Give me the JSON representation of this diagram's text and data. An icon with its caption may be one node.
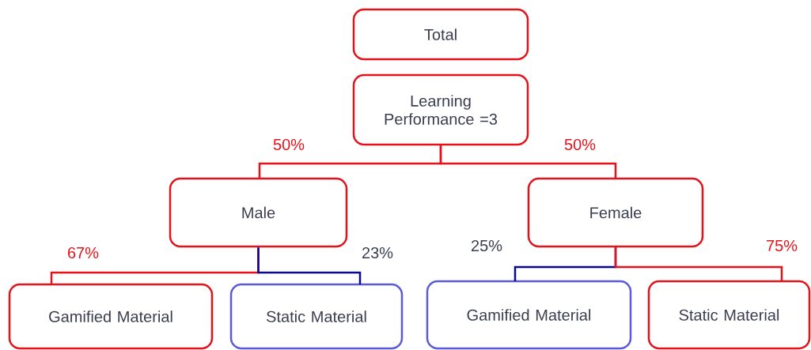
{
  "diagram": {
    "nodes": [
      {
        "text": [
          "Total"
        ]
      },
      {
        "text": [
          "Learning Performance =3"
        ]
      },
      {
        "text": [
          "Male"
        ]
      },
      {
        "text": [
          "Female"
        ]
      },
      {
        "text": [
          "Gamified Material"
        ]
      },
      {
        "text": [
          "Static  Material"
        ]
      },
      {
        "text": [
          "Gamified Material"
        ]
      },
      {
        "text": [
          "Static  Material"
        ]
      }
    ],
    "edges": [
      {
        "from": 1,
        "to": 2,
        "arrow": "none",
        "label": "50%"
      },
      {
        "from": 1,
        "to": 3,
        "arrow": "none",
        "label": "50%"
      },
      {
        "from": 2,
        "to": 4,
        "arrow": "none",
        "label": "67%"
      },
      {
        "from": 2,
        "to": 5,
        "arrow": "none",
        "label": "23%",
        "color": "#0a0a8a"
      },
      {
        "from": 3,
        "to": 6,
        "arrow": "none",
        "label": "25%",
        "color": "#0a0a8a"
      },
      {
        "from": 3,
        "to": 7,
        "arrow": "none",
        "label": "75%"
      }
    ]
  }
}
